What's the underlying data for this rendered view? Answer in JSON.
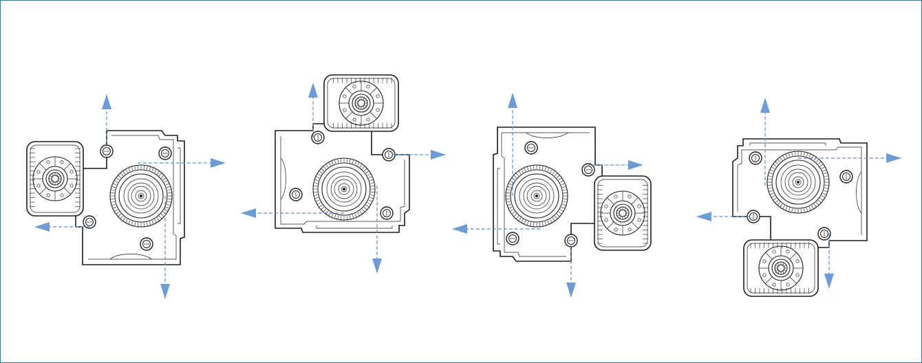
{
  "diagram": {
    "kind": "gearbox-mounting-positions",
    "colors": {
      "frame": "#2a7f96",
      "outline": "#1c1c1c",
      "axis_arrow": "#6e9ad6",
      "dashed_line": "#5b8fd0",
      "background": "#ffffff"
    },
    "views": [
      {
        "id": "view-1",
        "motor_side": "left",
        "output_offset": "up"
      },
      {
        "id": "view-2",
        "motor_side": "top",
        "output_offset": "left"
      },
      {
        "id": "view-3",
        "motor_side": "right",
        "output_offset": "down"
      },
      {
        "id": "view-4",
        "motor_side": "bottom",
        "output_offset": "right"
      }
    ]
  }
}
